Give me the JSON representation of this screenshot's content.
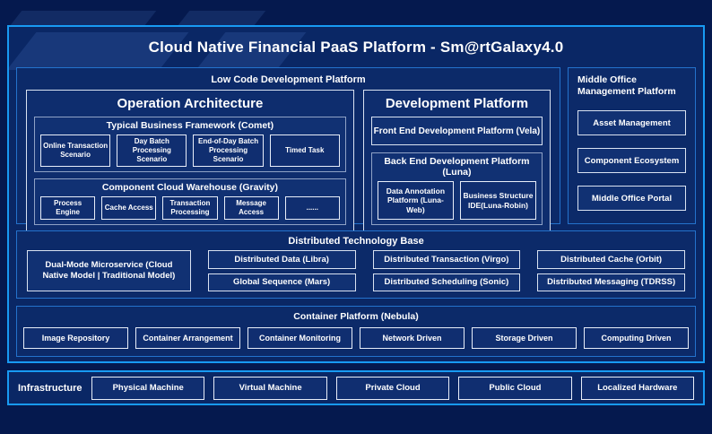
{
  "title": "Cloud Native Financial PaaS Platform - Sm@rtGalaxy4.0",
  "colors": {
    "background": "#05194e",
    "panel_fill": "#0a2765",
    "accent_border": "#189af2",
    "section_border": "#2472cc",
    "text": "#ffffff"
  },
  "low_code": {
    "label": "Low Code Development Platform",
    "operation_architecture": {
      "title": "Operation Architecture",
      "comet": {
        "label": "Typical Business Framework (Comet)",
        "items": [
          "Online Transaction Scenario",
          "Day Batch Processing Scenario",
          "End-of-Day Batch Processing Scenario",
          "Timed Task"
        ]
      },
      "gravity": {
        "label": "Component Cloud Warehouse (Gravity)",
        "items": [
          "Process Engine",
          "Cache Access",
          "Transaction Processing",
          "Message Access",
          "......"
        ]
      }
    },
    "development_platform": {
      "title": "Development Platform",
      "front_end": "Front End Development Platform (Vela)",
      "back_end": {
        "label": "Back End Development Platform (Luna)",
        "items": [
          "Data Annotation Platform (Luna-Web)",
          "Business Structure IDE(Luna-Robin)"
        ]
      }
    }
  },
  "middle_office": {
    "label": "Middle Office Management Platform",
    "items": [
      "Asset Management",
      "Component Ecosystem",
      "Middle Office Portal"
    ]
  },
  "distributed": {
    "label": "Distributed Technology Base",
    "dual_mode": "Dual-Mode Microservice (Cloud Native Model | Traditional Model)",
    "columns": [
      [
        "Distributed Data (Libra)",
        "Global Sequence (Mars)"
      ],
      [
        "Distributed Transaction (Virgo)",
        "Distributed Scheduling (Sonic)"
      ],
      [
        "Distributed Cache (Orbit)",
        "Distributed Messaging (TDRSS)"
      ]
    ]
  },
  "container": {
    "label": "Container Platform (Nebula)",
    "items": [
      "Image Repository",
      "Container Arrangement",
      "Container Monitoring",
      "Network Driven",
      "Storage Driven",
      "Computing Driven"
    ]
  },
  "infrastructure": {
    "label": "Infrastructure",
    "items": [
      "Physical Machine",
      "Virtual Machine",
      "Private Cloud",
      "Public Cloud",
      "Localized Hardware"
    ]
  }
}
